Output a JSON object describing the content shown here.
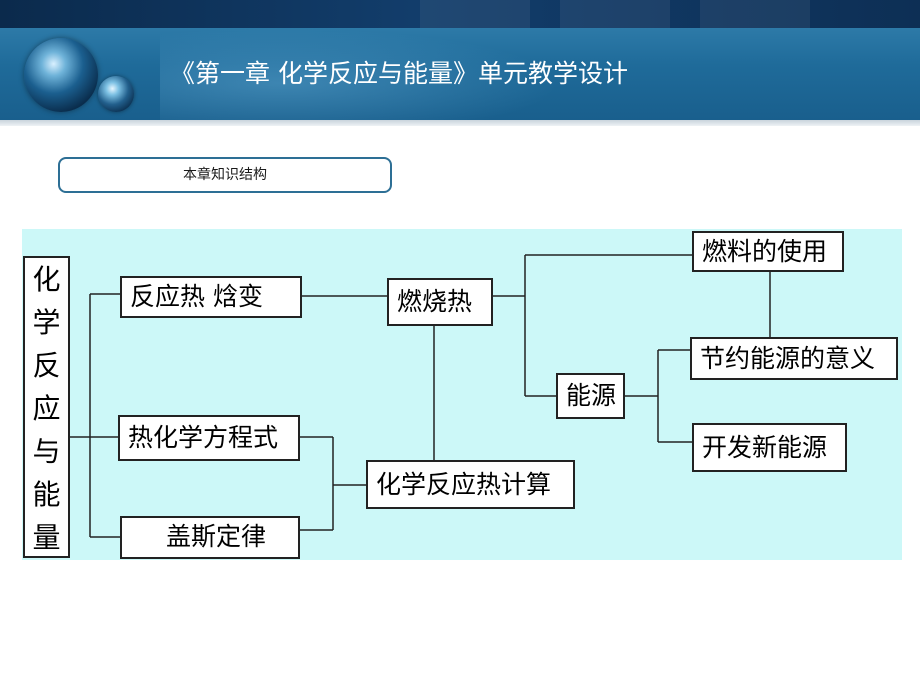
{
  "header": {
    "title": "《第一章 化学反应与能量》单元教学设计"
  },
  "section": {
    "label": "本章知识结构"
  },
  "diagram": {
    "root_chars": [
      "化",
      "学",
      "反",
      "应",
      "与",
      "能",
      "量"
    ],
    "nodes": {
      "reaction_heat": "反应热  焓变",
      "thermo_equation": "热化学方程式",
      "hess_law": "盖斯定律",
      "combustion_heat": "燃烧热",
      "calc": "化学反应热计算",
      "energy": "能源",
      "fuel_use": "燃料的使用",
      "saving_energy": "节约能源的意义",
      "new_energy": "开发新能源"
    }
  },
  "colors": {
    "banner": "#1f6b9a",
    "topbar": "#0b2a4c",
    "diagram_bg": "#ccf8f8",
    "tab_border": "#2d6f95"
  }
}
